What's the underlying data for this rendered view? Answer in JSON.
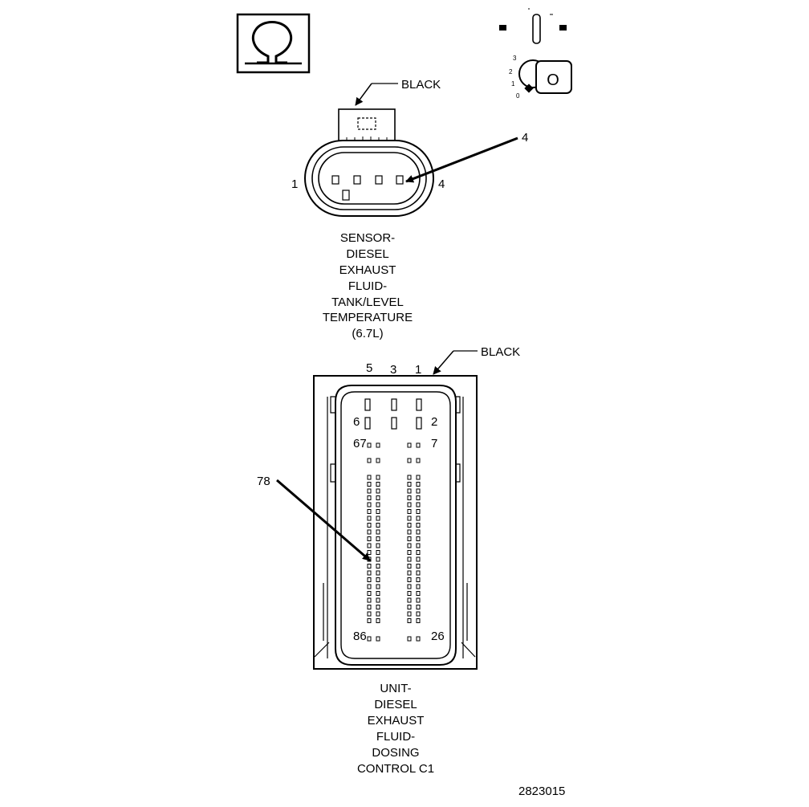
{
  "icons": {
    "ohm_symbol": "ohm-icon",
    "ignition_switch": "ignition-key-icon"
  },
  "ignition": {
    "positions": [
      "3",
      "2",
      "1",
      "0"
    ],
    "key_label": "O"
  },
  "sensor_connector": {
    "color_label": "BLACK",
    "pin_callout": "4",
    "pin_left": "1",
    "pin_right": "4",
    "caption": [
      "SENSOR-",
      "DIESEL",
      "EXHAUST",
      "FLUID-",
      "TANK/LEVEL",
      "TEMPERATURE",
      "(6.7L)"
    ]
  },
  "dosing_connector": {
    "color_label": "BLACK",
    "top_pins": [
      "5",
      "3",
      "1"
    ],
    "pin_6": "6",
    "pin_2": "2",
    "pin_67": "67",
    "pin_7": "7",
    "pin_callout": "78",
    "pin_86": "86",
    "pin_26": "26",
    "caption": [
      "UNIT-",
      "DIESEL",
      "EXHAUST",
      "FLUID-",
      "DOSING",
      "CONTROL C1"
    ]
  },
  "figure_number": "2823015"
}
